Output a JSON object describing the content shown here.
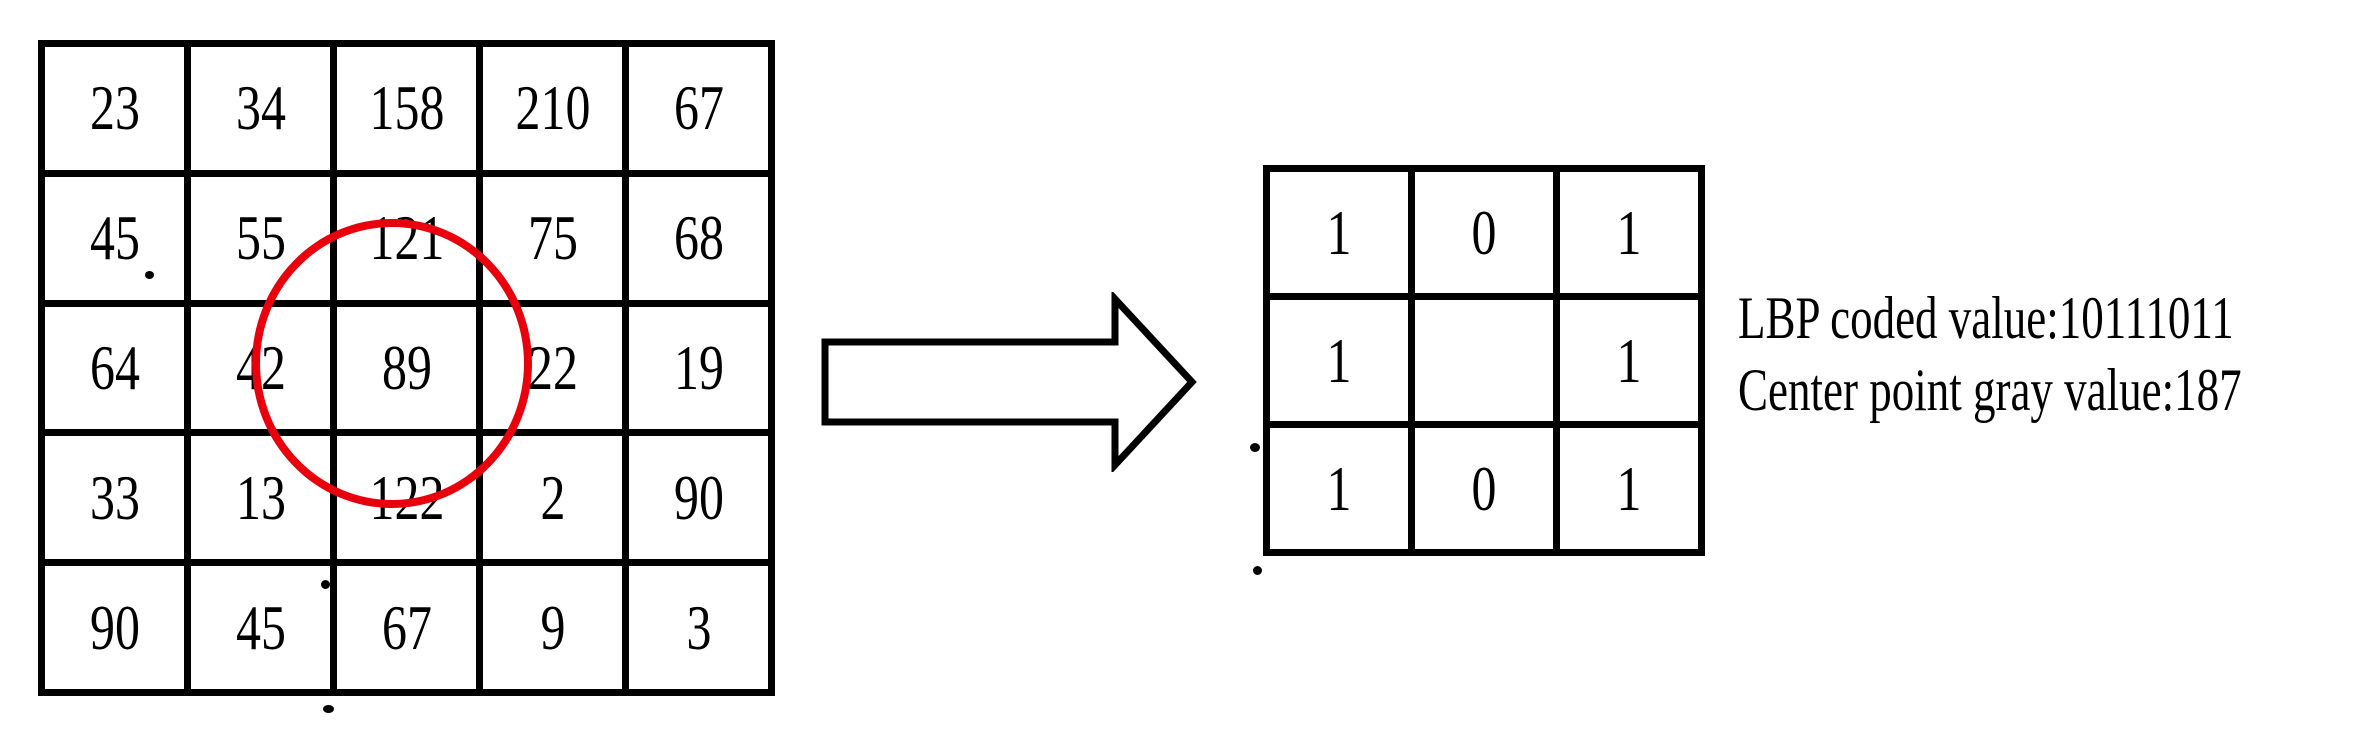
{
  "diagram": {
    "left_grid": {
      "rows": [
        [
          "23",
          "34",
          "158",
          "210",
          "67"
        ],
        [
          "45",
          "55",
          "121",
          "75",
          "68"
        ],
        [
          "64",
          "42",
          "89",
          "22",
          "19"
        ],
        [
          "33",
          "13",
          "122",
          "2",
          "90"
        ],
        [
          "90",
          "45",
          "67",
          "9",
          "3"
        ]
      ]
    },
    "right_grid": {
      "rows": [
        [
          "1",
          "0",
          "1"
        ],
        [
          "1",
          "",
          "1"
        ],
        [
          "1",
          "0",
          "1"
        ]
      ]
    },
    "caption": {
      "lbp_line": "LBP coded value:10111011",
      "center_line": "Center point gray value:187"
    },
    "colors": {
      "highlight": "#e8000d",
      "ink": "#000000",
      "background": "#ffffff"
    }
  }
}
